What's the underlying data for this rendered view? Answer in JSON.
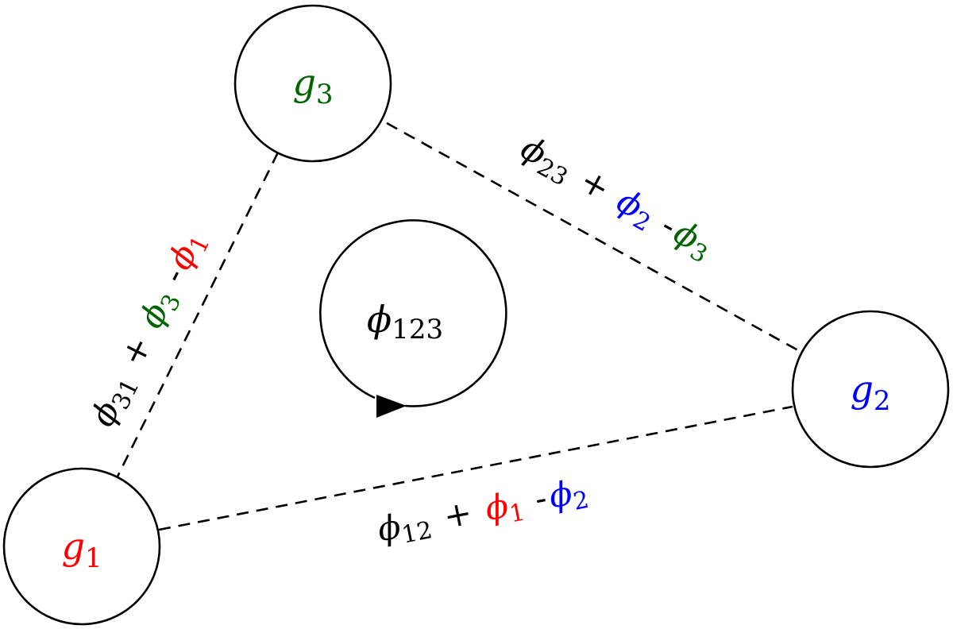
{
  "colors": {
    "g1": "#ff0000",
    "g2": "#0000ff",
    "g3": "#006400",
    "ink": "#000000"
  },
  "nodes": {
    "g1": {
      "symbol": "g",
      "sub": "1"
    },
    "g2": {
      "symbol": "g",
      "sub": "2"
    },
    "g3": {
      "symbol": "g",
      "sub": "3"
    }
  },
  "loop": {
    "symbol": "ϕ",
    "sub": "123"
  },
  "edges": {
    "e31": {
      "base_symbol": "ϕ",
      "base_sub": "31",
      "plus": "+",
      "term_a_symbol": "ϕ",
      "term_a_sub": "3",
      "minus": "-",
      "term_b_symbol": "ϕ",
      "term_b_sub": "1"
    },
    "e23": {
      "base_symbol": "ϕ",
      "base_sub": "23",
      "plus": "+",
      "term_a_symbol": "ϕ",
      "term_a_sub": "2",
      "minus": "-",
      "term_b_symbol": "ϕ",
      "term_b_sub": "3"
    },
    "e12": {
      "base_symbol": "ϕ",
      "base_sub": "12",
      "plus": "+",
      "term_a_symbol": "ϕ",
      "term_a_sub": "1",
      "minus": "-",
      "term_b_symbol": "ϕ",
      "term_b_sub": "2"
    }
  }
}
